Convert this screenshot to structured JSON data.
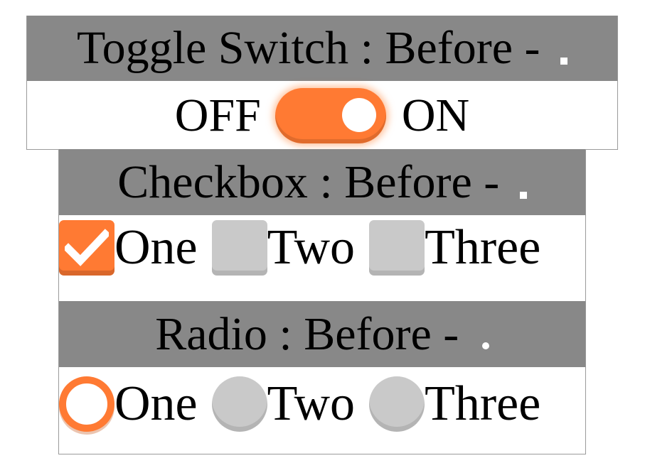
{
  "colors": {
    "accent": "#ff7a33",
    "header_bg": "#888888",
    "unchecked": "#c9c9c9"
  },
  "toggle_section": {
    "title": "Toggle Switch : Before - ",
    "off_label": "OFF",
    "on_label": "ON",
    "state": "on"
  },
  "checkbox_section": {
    "title": "Checkbox : Before - ",
    "options": [
      {
        "label": "One",
        "checked": true
      },
      {
        "label": "Two",
        "checked": false
      },
      {
        "label": "Three",
        "checked": false
      }
    ]
  },
  "radio_section": {
    "title": "Radio : Before - ",
    "options": [
      {
        "label": "One",
        "selected": true
      },
      {
        "label": "Two",
        "selected": false
      },
      {
        "label": "Three",
        "selected": false
      }
    ]
  }
}
